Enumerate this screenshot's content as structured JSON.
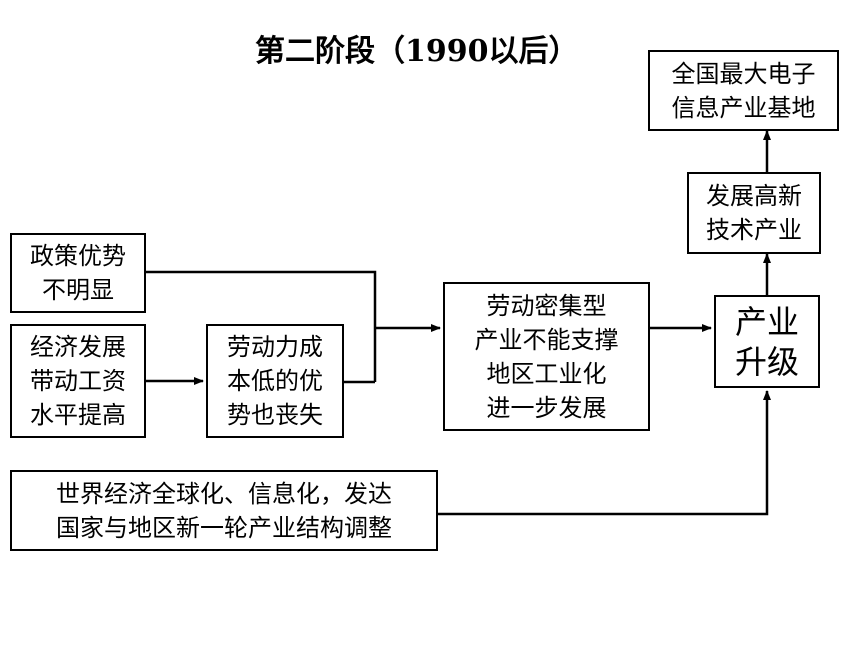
{
  "title": "第二阶段（1990以后）",
  "boxes": {
    "policy": [
      "政策优势",
      "不明显"
    ],
    "economy": [
      "经济发展",
      "带动工资",
      "水平提高"
    ],
    "labor_cost": [
      "劳动力成",
      "本低的优",
      "势也丧失"
    ],
    "labor_intensive": [
      "劳动密集型",
      "产业不能支撑",
      "地区工业化",
      "进一步发展"
    ],
    "upgrade": [
      "产业",
      "升级"
    ],
    "hightech": [
      "发展高新",
      "技术产业"
    ],
    "base": [
      "全国最大电子",
      "信息产业基地"
    ],
    "global": [
      "世界经济全球化、信息化，发达",
      "国家与地区新一轮产业结构调整"
    ]
  }
}
